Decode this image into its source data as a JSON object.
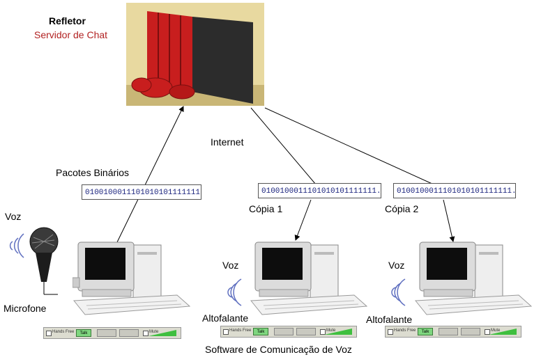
{
  "reflector": {
    "title": "Refletor",
    "subtitle": "Servidor de Chat"
  },
  "network": {
    "label": "Internet"
  },
  "sender": {
    "packets_label": "Pacotes Binários",
    "packet": "0100100011101010101111111..",
    "voice_label": "Voz",
    "mic_label": "Microfone"
  },
  "receivers": [
    {
      "copy_label": "Cópia 1",
      "packet": "0100100011101010101111111...",
      "voice_label": "Voz",
      "speaker_label": "Altofalante"
    },
    {
      "copy_label": "Cópia 2",
      "packet": "0100100011101010101111111...",
      "voice_label": "Voz",
      "speaker_label": "Altofalante"
    }
  ],
  "toolbar": {
    "hands_free": "Hands Free",
    "talk": "Talk",
    "mute": "Mute"
  },
  "caption": "Software de Comunicação de Voz",
  "colors": {
    "server_red": "#c81e1e",
    "server_dark": "#2c2c2c",
    "packet_text": "#1a237e",
    "subtitle": "#b22222"
  }
}
